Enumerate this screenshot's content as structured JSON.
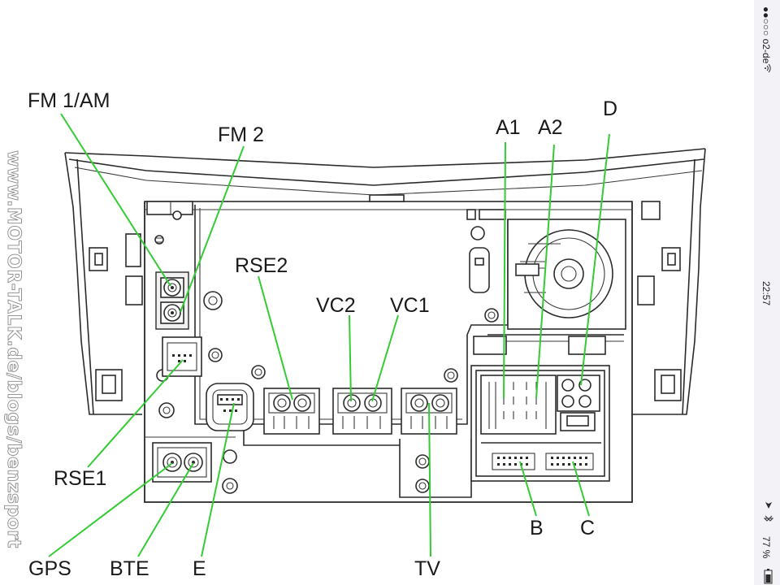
{
  "diagram": {
    "labels": {
      "fm1am": "FM 1/AM",
      "fm2": "FM 2",
      "rse2": "RSE2",
      "vc2": "VC2",
      "vc1": "VC1",
      "a1": "A1",
      "a2": "A2",
      "d": "D",
      "rse1": "RSE1",
      "gps": "GPS",
      "bte": "BTE",
      "e": "E",
      "tv": "TV",
      "b": "B",
      "c": "C"
    },
    "watermark": "www.MOTOR-TALK.de/blogs/benzsport",
    "colors": {
      "leader": "#33cc33",
      "outline": "#2b2b2b",
      "background": "#ffffff",
      "status_bar": "#f3f3f7"
    }
  },
  "status_bar": {
    "carrier": "●●○○○ o2-de",
    "time": "22:57",
    "battery": "77 %"
  }
}
